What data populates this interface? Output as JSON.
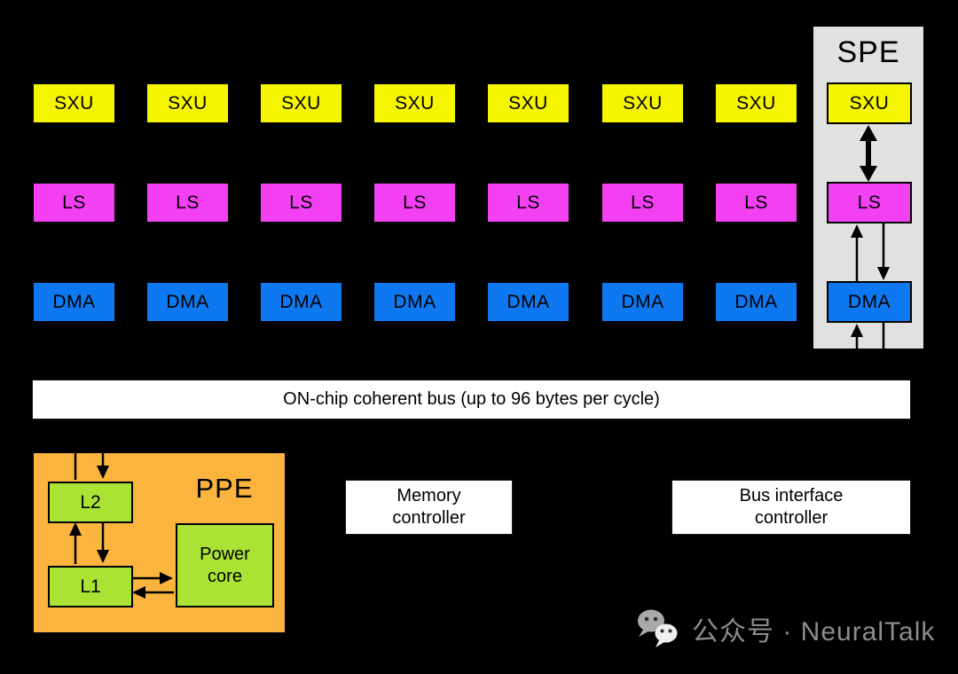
{
  "colors": {
    "background": "#000000",
    "sxu_yellow": "#F5F500",
    "ls_magenta": "#F340F3",
    "dma_blue": "#0D78F0",
    "spe_gray": "#E1E1E1",
    "ppe_orange": "#FBB53F",
    "cache_green": "#ABE335",
    "box_white": "#FFFFFF",
    "watermark_gray": "#8C8C8C"
  },
  "units": {
    "sxu": "SXU",
    "ls": "LS",
    "dma": "DMA"
  },
  "spe": {
    "title": "SPE"
  },
  "bus": {
    "label": "ON-chip coherent bus (up to 96 bytes per cycle)"
  },
  "ppe": {
    "title": "PPE",
    "l2": "L2",
    "l1": "L1",
    "power_core_line1": "Power",
    "power_core_line2": "core"
  },
  "memory_controller": {
    "line1": "Memory",
    "line2": "controller"
  },
  "bus_interface_controller": {
    "line1": "Bus interface",
    "line2": "controller"
  },
  "watermark": {
    "icon": "wechat-icon",
    "text": "公众号 · NeuralTalk"
  }
}
